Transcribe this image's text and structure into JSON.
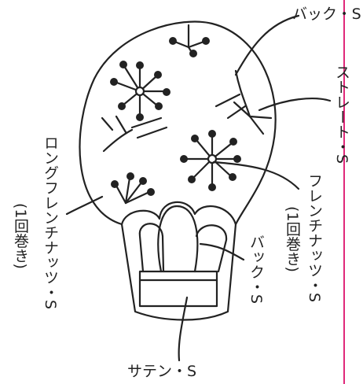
{
  "labels": {
    "back_top": "バック・S",
    "straight": "ストレート・S",
    "french_right": "フレンチナッツ・S",
    "french_right_note": "(1回巻き)",
    "back_middle": "バック・S",
    "french_left": "ロングフレンチナッツ・S",
    "french_left_note": "(1回巻き)",
    "satin": "サテン・S"
  },
  "colors": {
    "stroke": "#222222",
    "margin_line": "#e0287a"
  }
}
